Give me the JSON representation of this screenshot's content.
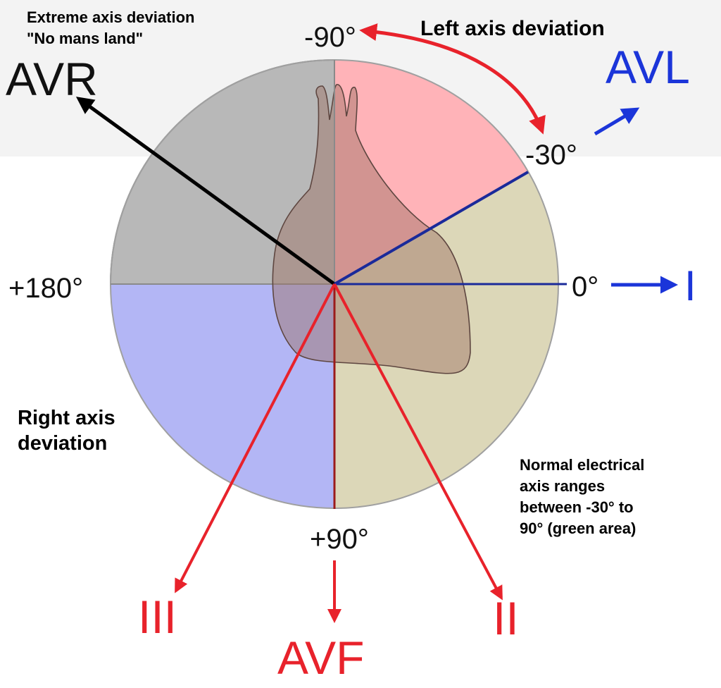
{
  "labels": {
    "extreme_line1": "Extreme axis deviation",
    "extreme_line2": "\"No mans land\"",
    "left_axis_deviation": "Left axis deviation",
    "right_axis_line1": "Right axis",
    "right_axis_line2": "deviation",
    "normal_line1": "Normal electrical",
    "normal_line2": "axis ranges",
    "normal_line3": "between -30° to",
    "normal_line4": "90° (green area)"
  },
  "angles": {
    "minus90": "-90°",
    "minus30": "-30°",
    "zero": "0°",
    "plus180": "+180°",
    "plus90": "+90°"
  },
  "leads": {
    "avr": "AVR",
    "avl": "AVL",
    "i": "I",
    "ii": "II",
    "iii": "III",
    "avf": "AVF"
  },
  "colors": {
    "extreme_quadrant": "#b8b8b8",
    "left_deviation_region": "#ffb3b8",
    "normal_region": "#dcd7b8",
    "right_deviation_region": "#b3b6f5",
    "heart": "#9c6f62",
    "lead_blue": "#1b35d9",
    "lead_red": "#e8222b",
    "dark_red": "#9b1b1b",
    "navy": "#1a2a9a",
    "black": "#000000"
  }
}
